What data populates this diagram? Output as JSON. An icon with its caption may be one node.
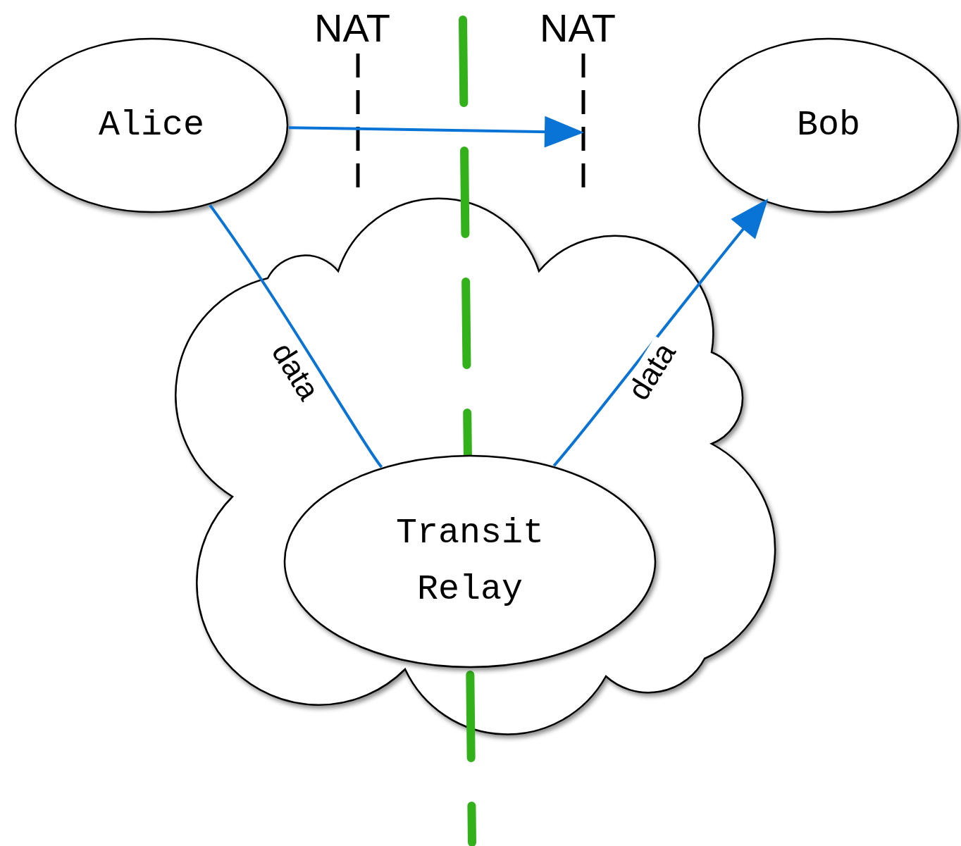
{
  "diagram": {
    "nodes": [
      {
        "text": [
          "Alice"
        ]
      },
      {
        "text": [
          "Bob"
        ]
      },
      {
        "text": [],
        "shape": "cloud"
      },
      {
        "text": [
          "Transit Relay"
        ],
        "in": 2
      }
    ],
    "edges": [
      {
        "from": 0,
        "to": null,
        "arrow": "to"
      },
      {
        "from": 0,
        "to": 3,
        "arrow": "none",
        "label": "data"
      },
      {
        "from": 3,
        "to": 1,
        "arrow": "to",
        "label": "data"
      }
    ],
    "labels": [
      "NAT",
      "NAT"
    ]
  }
}
